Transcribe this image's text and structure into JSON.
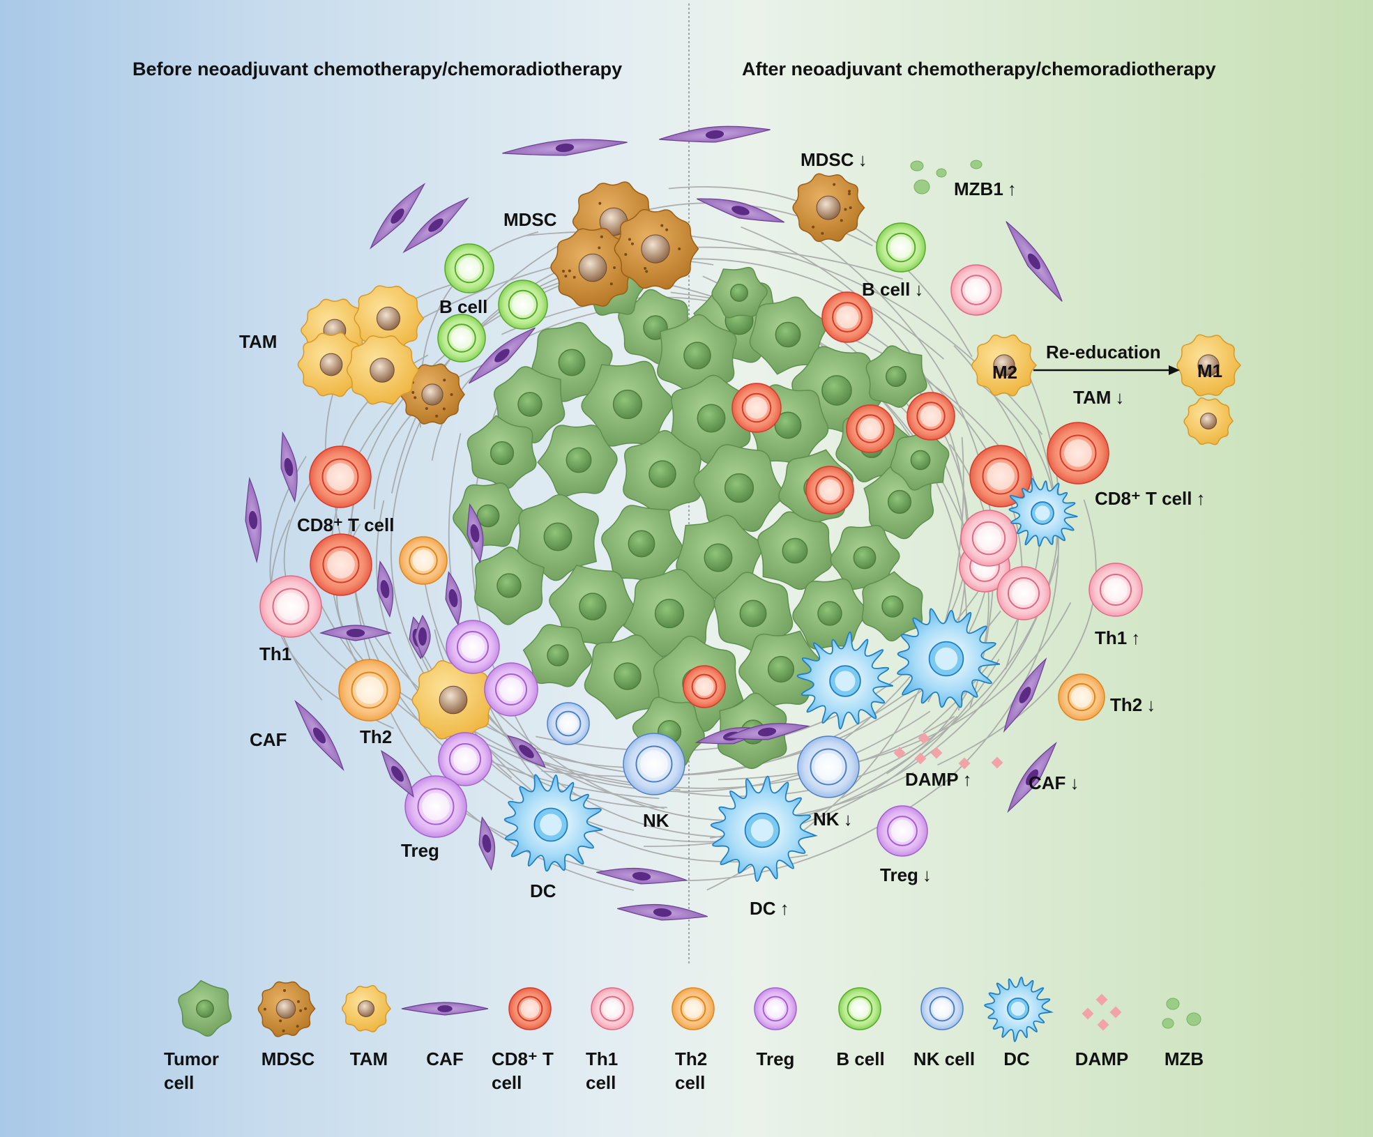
{
  "titles": {
    "before": "Before neoadjuvant chemotherapy/chemoradiotherapy",
    "after": "After neoadjuvant chemotherapy/chemoradiotherapy"
  },
  "before_labels": {
    "mdsc": "MDSC",
    "tam": "TAM",
    "b_cell": "B cell",
    "cd8": "CD8⁺ T cell",
    "th1": "Th1",
    "th2": "Th2",
    "caf": "CAF",
    "treg": "Treg",
    "dc": "DC",
    "nk": "NK"
  },
  "after_labels": {
    "mdsc": "MDSC",
    "mzb1": "MZB1",
    "b_cell": "B cell",
    "m2": "M2",
    "re_education": "Re-education",
    "m1": "M1",
    "tam": "TAM",
    "cd8": "CD8⁺ T cell",
    "th1": "Th1",
    "th2": "Th2",
    "damp": "DAMP",
    "caf": "CAF",
    "nk": "NK",
    "treg": "Treg",
    "dc": "DC"
  },
  "arrows": {
    "up": "↑",
    "down": "↓"
  },
  "legend": [
    {
      "key": "tumor",
      "label": "Tumor cell"
    },
    {
      "key": "mdsc",
      "label": "MDSC"
    },
    {
      "key": "tam",
      "label": "TAM"
    },
    {
      "key": "caf",
      "label": "CAF"
    },
    {
      "key": "cd8",
      "label": "CD8⁺ T cell"
    },
    {
      "key": "th1",
      "label": "Th1 cell"
    },
    {
      "key": "th2",
      "label": "Th2 cell"
    },
    {
      "key": "treg",
      "label": "Treg"
    },
    {
      "key": "bcell",
      "label": "B cell"
    },
    {
      "key": "nk",
      "label": "NK cell"
    },
    {
      "key": "dc",
      "label": "DC"
    },
    {
      "key": "damp",
      "label": "DAMP"
    },
    {
      "key": "mzb",
      "label": "MZB"
    }
  ],
  "colors": {
    "tumor": "#8dbd7a",
    "tumor_nucleus": "#6aa35a",
    "mdsc": "#c98a2e",
    "tam": "#f3c25a",
    "caf": "#8a5cb0",
    "cd8": "#ee6a4e",
    "th1": "#f7a4b4",
    "th2": "#f5a850",
    "treg": "#c98be8",
    "bcell": "#8fd860",
    "nk": "#a9c8ee",
    "dc": "#3d9fd8",
    "damp": "#f2a3a8",
    "mzb": "#9ccd86"
  }
}
